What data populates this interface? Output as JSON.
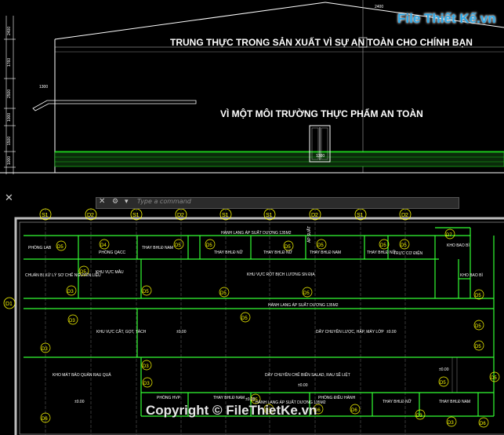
{
  "drawing": {
    "banner_top": "TRUNG THỰC TRONG SẢN XUẤT VÌ SỰ AN TOÀN CHO CHÍNH BẠN",
    "banner_mid": "VÌ MỘT MÔI TRƯỜNG THỰC PHẨM AN TOÀN",
    "door_dim": "1300",
    "ramp_dim": "1300",
    "left_dims": [
      "2400",
      "1760",
      "2500",
      "1000",
      "1500",
      "1000"
    ],
    "top_right_dim": "2400"
  },
  "logo": {
    "text": "File Thiết Kế.vn"
  },
  "command_bar": {
    "close_glyph": "✕",
    "wrench_glyph": "⚙",
    "placeholder": "Type a command",
    "dropdown_glyph": "▾"
  },
  "watermark": {
    "text": "Copyright © FileThietKe.vn"
  },
  "axis_tags": [
    "S1",
    "D2",
    "S1",
    "D2",
    "S1",
    "S1",
    "D2",
    "S1",
    "D2"
  ],
  "rooms": [
    {
      "key": "phong_lab",
      "label": "PHÒNG LAB"
    },
    {
      "key": "phong_qacc",
      "label": "PHÒNG QACC"
    },
    {
      "key": "thay_bhld_nam_1",
      "label": "THAY BHLĐ NAM"
    },
    {
      "key": "thay_bhld_nu_1",
      "label": "THAY BHLĐ NỮ"
    },
    {
      "key": "thay_bhld_nu_2",
      "label": "THAY BHLĐ NỮ"
    },
    {
      "key": "thay_bhld_nam_2",
      "label": "THAY BHLĐ NAM"
    },
    {
      "key": "truc_co_dien",
      "label": "TRỰC CƠ ĐIỆN"
    },
    {
      "key": "kho_bao_bi_1",
      "label": "KHO BAO BÌ"
    },
    {
      "key": "kho_bao_bi_2",
      "label": "KHO BAO BÌ"
    },
    {
      "key": "chuan_bi",
      "label": "CHUẨN BỊ XỬ LÝ SƠ CHẾ NGUYÊN LIỆU"
    },
    {
      "key": "khu_vuc_mau",
      "label": "KHU VỰC MẪU"
    },
    {
      "key": "khu_vuc_rot",
      "label": "KHU VỰC RÓT BỊCH LƯƠNG SN ĐỊA"
    },
    {
      "key": "hanh_lang_1",
      "label": "HÀNH LANG ÁP SUẤT DƯƠNG 135M2"
    },
    {
      "key": "hanh_lang_2",
      "label": "HÀNH LANG ÁP SUẤT DƯƠNG 135M2"
    },
    {
      "key": "hanh_lang_3",
      "label": "HÀNH LANG ÁP SUẤT DƯƠNG 135M2"
    },
    {
      "key": "khu_vuc_cat",
      "label": "KHU VỰC CẮT, GỌT, TÁCH"
    },
    {
      "key": "day_chuyen_luoc",
      "label": "DÂY CHUYỀN LƯỢC, HẤP, MÁY LỚP"
    },
    {
      "key": "kho_mat",
      "label": "KHO MÁT BẢO QUẢN RAU QUẢ"
    },
    {
      "key": "day_chuyen_che_bien",
      "label": "DÂY CHUYỀN CHẾ BIẾN SALAD, RAU SẼ LIỆT"
    },
    {
      "key": "phong_hvp",
      "label": "PHÒNG HVP"
    },
    {
      "key": "thay_bhld_nam_3",
      "label": "THAY BHLĐ NAM"
    },
    {
      "key": "phong_dieu_hanh",
      "label": "PHÒNG ĐIỀU HÀNH"
    },
    {
      "key": "thay_bhld_nu_3",
      "label": "THAY BHLĐ NỮ"
    },
    {
      "key": "thay_bhld_nam_4",
      "label": "THAY BHLĐ NAM"
    },
    {
      "key": "ap_suat",
      "label": "ÁP SUẤT"
    },
    {
      "key": "thay_bhld_nu_small",
      "label": "THAY BHLĐ NỮ"
    }
  ],
  "levels": [
    "±0.00",
    "±0.00",
    "±0.00",
    "±0.00",
    "±0.00",
    "±0.00"
  ],
  "row_tags": {
    "D1": "D1"
  },
  "door_tags": [
    "D5",
    "D4",
    "D5",
    "D5",
    "D5",
    "D5",
    "D5",
    "D5",
    "D7",
    "D5",
    "D5",
    "D5",
    "D3",
    "D5",
    "D5",
    "D3",
    "D3",
    "D5",
    "D5",
    "D3",
    "D5",
    "D3",
    "D5",
    "D6",
    "D5",
    "D6",
    "D5",
    "D6",
    "D3",
    "D6",
    "D3",
    "D5"
  ]
}
